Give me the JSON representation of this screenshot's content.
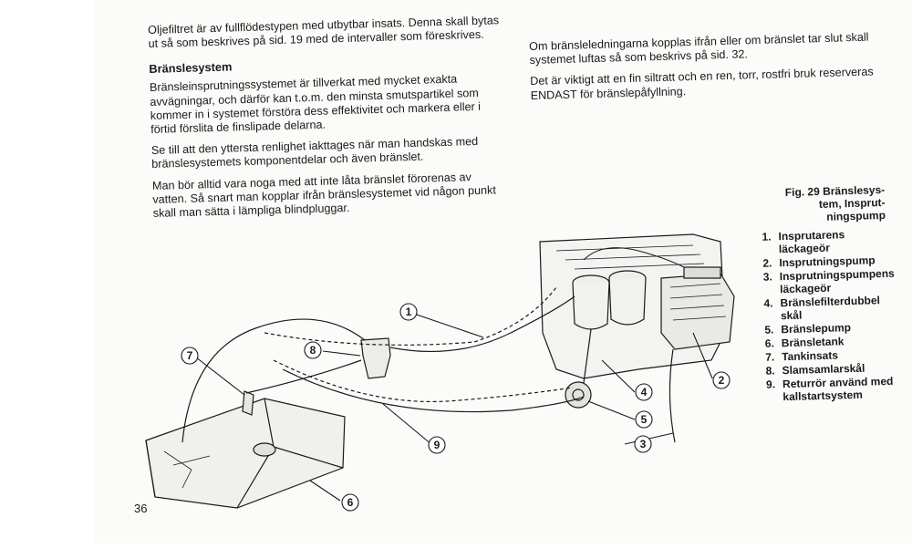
{
  "left_column": {
    "intro": "Oljefiltret är av fullflödestypen med utbytbar insats. Denna skall bytas ut så som beskrives på sid. 19 med de intervaller som föreskrives.",
    "heading": "Bränslesystem",
    "paragraphs": [
      "Bränsleinsprutningssystemet är tillverkat med mycket exakta avvägningar, och därför kan t.o.m. den minsta smutspartikel som kommer in i systemet förstöra dess effektivitet och markera eller i förtid förslita de finslipade delarna.",
      "Se till att den yttersta renlighet iakttages när man handskas med bränslesystemets komponentdelar och även bränslet.",
      "Man bör alltid vara noga med att inte låta bränslet förorenas av vatten. Så snart man kopplar ifrån bränslesystemet vid någon punkt skall man sätta i lämpliga blindpluggar."
    ]
  },
  "right_column": {
    "paragraphs": [
      "Om bränsleledningarna kopplas ifrån eller om bränslet tar slut skall systemet luftas så som beskrivs på sid. 32.",
      "Det är viktigt att en fin siltratt och en ren, torr, rostfri bruk reserveras ENDAST för bränslepåfyllning."
    ]
  },
  "figure": {
    "title_lines": [
      "Fig. 29 Bränslesys-",
      "tem, Insprut-",
      "ningspump"
    ],
    "items": [
      {
        "num": "1.",
        "label": "Insprutarens läckageör"
      },
      {
        "num": "2.",
        "label": "Insprutningspump"
      },
      {
        "num": "3.",
        "label": "Insprutningspumpens läckageör"
      },
      {
        "num": "4.",
        "label": "Bränslefilterdubbel skål"
      },
      {
        "num": "5.",
        "label": "Bränslepump"
      },
      {
        "num": "6.",
        "label": "Bränsletank"
      },
      {
        "num": "7.",
        "label": "Tankinsats"
      },
      {
        "num": "8.",
        "label": "Slamsamlarskål"
      },
      {
        "num": "9.",
        "label": "Returrör använd med kallstartsystem"
      }
    ],
    "callouts": [
      "1",
      "2",
      "3",
      "4",
      "5",
      "6",
      "7",
      "8",
      "9"
    ]
  },
  "page_number": "36",
  "colors": {
    "ink": "#1a1a1a",
    "paper": "#fbfbf9"
  }
}
